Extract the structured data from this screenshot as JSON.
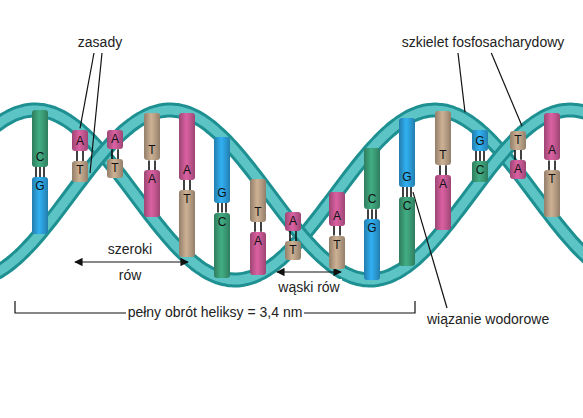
{
  "diagram": {
    "nodes": [
      {
        "text": [
          "C"
        ]
      },
      {
        "text": [
          "G"
        ]
      },
      {
        "text": [
          "A"
        ]
      },
      {
        "text": [
          "T"
        ]
      },
      {
        "text": [
          "A"
        ]
      },
      {
        "text": [
          "T"
        ]
      },
      {
        "text": [
          "T"
        ]
      },
      {
        "text": [
          "A"
        ]
      },
      {
        "text": [
          "A"
        ]
      },
      {
        "text": [
          "T"
        ]
      },
      {
        "text": [
          "G"
        ]
      },
      {
        "text": [
          "C"
        ]
      },
      {
        "text": [
          "T"
        ]
      },
      {
        "text": [
          "A"
        ]
      },
      {
        "text": [
          "A"
        ]
      },
      {
        "text": [
          "T"
        ]
      },
      {
        "text": [
          "A"
        ]
      },
      {
        "text": [
          "T"
        ]
      },
      {
        "text": [
          "C"
        ]
      },
      {
        "text": [
          "G"
        ]
      },
      {
        "text": [
          "G"
        ]
      },
      {
        "text": [
          "C"
        ]
      },
      {
        "text": [
          "T"
        ]
      },
      {
        "text": [
          "A"
        ]
      },
      {
        "text": [
          "G"
        ]
      },
      {
        "text": [
          "C"
        ]
      },
      {
        "text": [
          "T"
        ]
      },
      {
        "text": [
          "A"
        ]
      },
      {
        "text": [
          "A"
        ]
      },
      {
        "text": [
          "T"
        ]
      }
    ],
    "edges": [
      {
        "from": 0,
        "to": 1,
        "arrow": "none"
      },
      {
        "from": 2,
        "to": 3,
        "arrow": "none"
      },
      {
        "from": 4,
        "to": 5,
        "arrow": "none"
      },
      {
        "from": 6,
        "to": 7,
        "arrow": "none"
      },
      {
        "from": 8,
        "to": 9,
        "arrow": "none"
      },
      {
        "from": 10,
        "to": 11,
        "arrow": "none"
      },
      {
        "from": 12,
        "to": 13,
        "arrow": "none"
      },
      {
        "from": 14,
        "to": 15,
        "arrow": "none"
      },
      {
        "from": 16,
        "to": 17,
        "arrow": "none"
      },
      {
        "from": 18,
        "to": 19,
        "arrow": "none"
      },
      {
        "from": 20,
        "to": 21,
        "arrow": "none"
      },
      {
        "from": 22,
        "to": 23,
        "arrow": "none"
      },
      {
        "from": 24,
        "to": 25,
        "arrow": "none"
      },
      {
        "from": 26,
        "to": 27,
        "arrow": "none"
      },
      {
        "from": 28,
        "to": 29,
        "arrow": "none"
      }
    ],
    "labels": [
      "zasady",
      "szkielet fosfosacharydowy",
      "szeroki rów",
      "wąski rów",
      "pełny obrót heliksy = 3,4 nm",
      "wiązanie wodorowe"
    ]
  }
}
